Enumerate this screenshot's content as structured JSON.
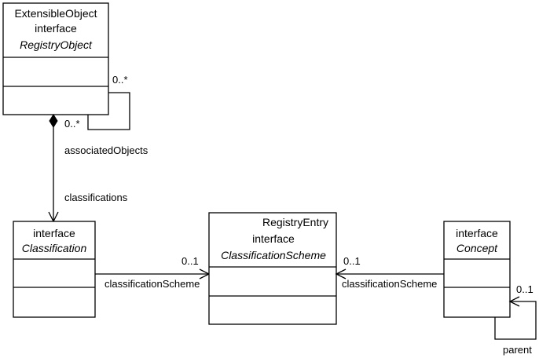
{
  "classes": {
    "registry_object": {
      "stereotype_top": "ExtensibleObject",
      "stereotype": "interface",
      "name": "RegistryObject"
    },
    "classification": {
      "stereotype": "interface",
      "name": "Classification"
    },
    "classification_scheme": {
      "stereotype_top": "RegistryEntry",
      "stereotype": "interface",
      "name": "ClassificationScheme"
    },
    "concept": {
      "stereotype": "interface",
      "name": "Concept"
    }
  },
  "associations": {
    "self_registry_object": {
      "mult_upper": "0..*",
      "mult_lower": "0..*",
      "role": "associatedObjects"
    },
    "registry_to_classification": {
      "role": "classifications"
    },
    "classification_to_scheme": {
      "role": "classificationScheme",
      "mult": "0..1"
    },
    "concept_to_scheme": {
      "role": "classificationScheme",
      "mult": "0..1"
    },
    "concept_parent": {
      "role": "parent",
      "mult": "0..1"
    }
  }
}
